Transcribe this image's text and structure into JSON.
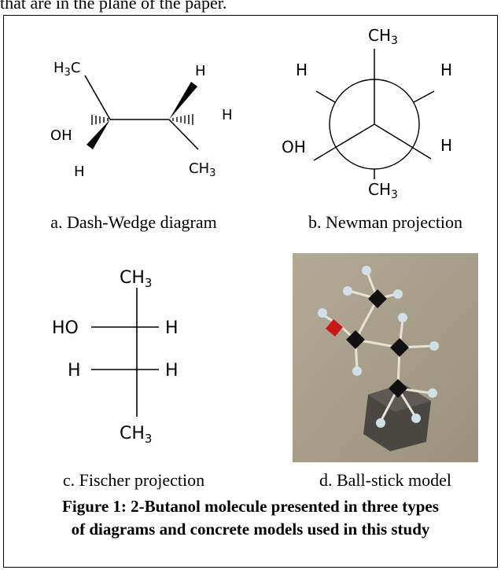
{
  "page": {
    "top_text": "that are in the plane of the paper."
  },
  "panels": {
    "a": {
      "caption": "a. Dash-Wedge diagram",
      "labels": {
        "h3c": "H",
        "h3c_sub": "3",
        "h3c_c": "C",
        "oh": "OH",
        "h_left": "H",
        "h_top": "H",
        "h_right": "H",
        "ch3_c": "CH",
        "ch3_sub": "3"
      }
    },
    "b": {
      "caption": "b. Newman projection",
      "labels": {
        "ch3_top": "CH",
        "ch3_top_sub": "3",
        "h_left": "H",
        "h_right_top": "H",
        "oh": "OH",
        "h_right_bottom": "H",
        "ch3_bottom": "CH",
        "ch3_bottom_sub": "3"
      }
    },
    "c": {
      "caption": "c. Fischer projection",
      "labels": {
        "ch3_top": "CH",
        "ch3_top_sub": "3",
        "ho": "HO",
        "h_right_top": "H",
        "h_left": "H",
        "h_right_bottom": "H",
        "ch3_bottom": "CH",
        "ch3_bottom_sub": "3"
      }
    },
    "d": {
      "caption": "d. Ball-stick model"
    }
  },
  "figure_caption": {
    "line1": "Figure 1: 2-Butanol molecule presented in three types",
    "line2": "of diagrams and concrete models used in this study"
  },
  "colors": {
    "photo_bg": "#a89f8b",
    "carbon": "#111111",
    "hydrogen": "#cfe0e6",
    "oxygen": "#c81818",
    "base_block": "#4a4642"
  }
}
